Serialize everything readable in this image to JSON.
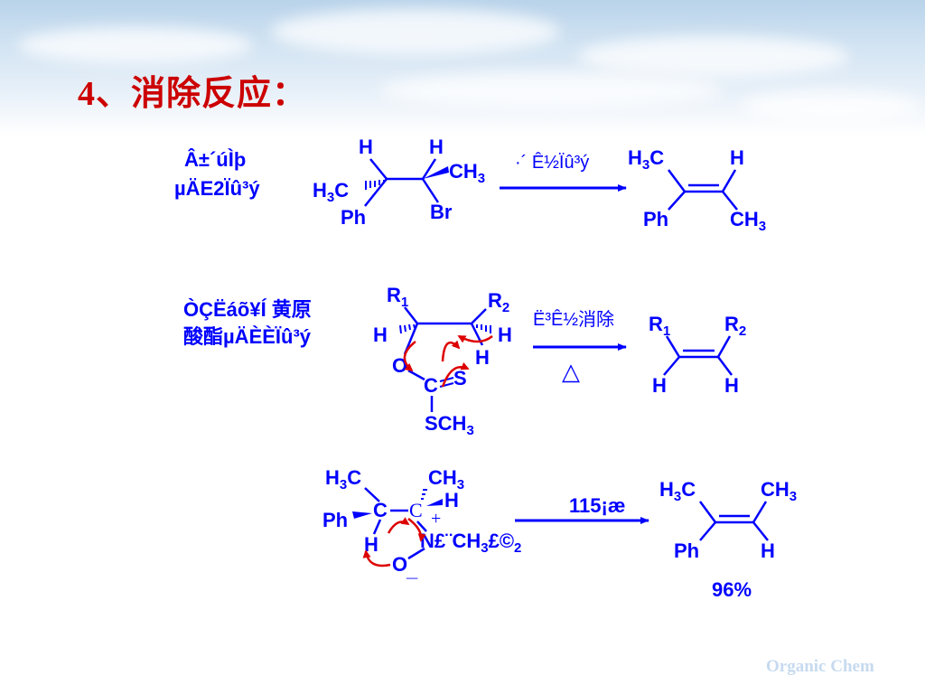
{
  "slide": {
    "title": "4、消除反应：",
    "footer": "Organic Chem"
  },
  "reactions": [
    {
      "label_line1": "Â±´úÌþ",
      "label_line2": "µÄE2Ïû³ý",
      "condition": "·´ Ê½Ïû³ý",
      "reactant": {
        "h_left": "H",
        "h_right": "H",
        "ch3": "CH",
        "ch3_sub": "3",
        "h3c": "H",
        "h3c_sub": "3",
        "h3c_c": "C",
        "ph": "Ph",
        "br": "Br"
      },
      "product": {
        "h3c": "H",
        "h3c_sub": "3",
        "h3c_c": "C",
        "h": "H",
        "ph": "Ph",
        "ch3": "CH",
        "ch3_sub": "3"
      }
    },
    {
      "label_line1": "ÒÇËáõ¥Í 黄原",
      "label_line2": "酸酯µÄÈÈÏû³ý",
      "condition": "Ë³Ê½消除",
      "heat": "△",
      "reactant": {
        "r1": "R",
        "r1_sub": "1",
        "r2": "R",
        "r2_sub": "2",
        "h_left": "H",
        "h_right": "H",
        "h_below": "H",
        "o": "O",
        "c": "C",
        "s": "S",
        "sch3": "SCH",
        "sch3_sub": "3"
      },
      "product": {
        "r1": "R",
        "r1_sub": "1",
        "r2": "R",
        "r2_sub": "2",
        "h_left": "H",
        "h_right": "H"
      }
    },
    {
      "condition": "115¡æ",
      "yield": "96%",
      "reactant": {
        "h3c": "H",
        "h3c_sub": "3",
        "h3c_c": "C",
        "ch3": "CH",
        "ch3_sub": "3",
        "h_top": "H",
        "ph": "Ph",
        "c1": "C",
        "c2": "C",
        "plus": "+",
        "h_low": "H",
        "n_group": "N£¨CH",
        "n_sub": "3",
        "n_close": "£©",
        "n_sub2": "2",
        "o": "O",
        "minus": "_"
      },
      "product": {
        "h3c": "H",
        "h3c_sub": "3",
        "h3c_c": "C",
        "ch3": "CH",
        "ch3_sub": "3",
        "ph": "Ph",
        "h": "H"
      }
    }
  ]
}
